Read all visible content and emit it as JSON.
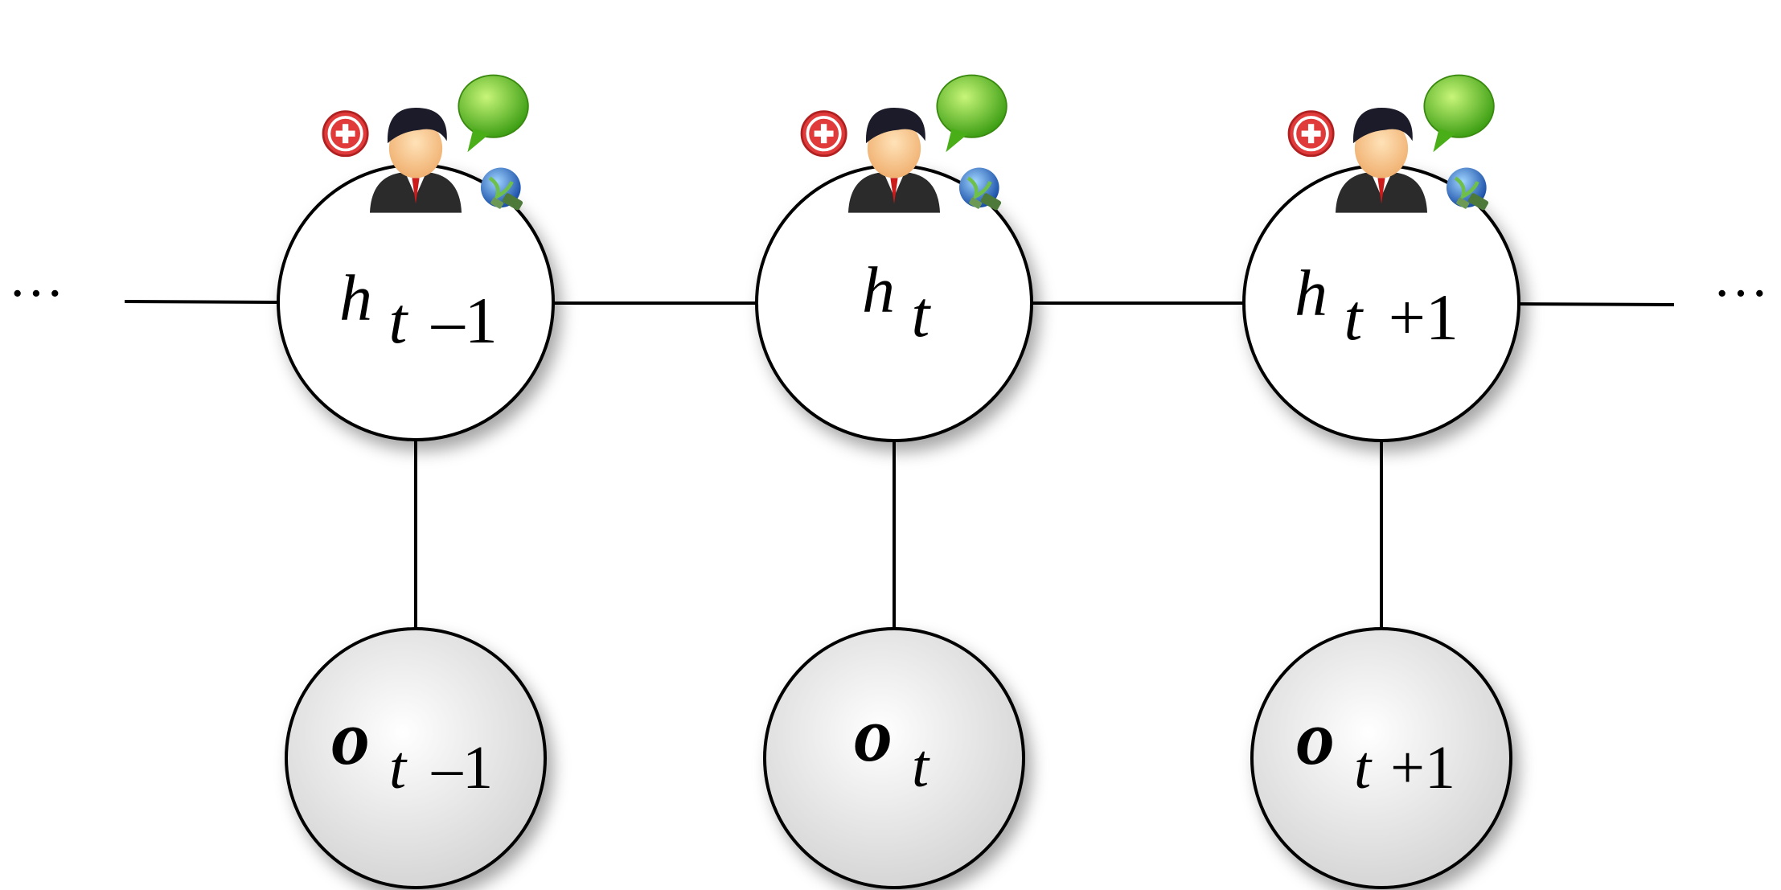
{
  "ellipsis": "···",
  "hidden_nodes": [
    {
      "base": "h",
      "sub": "t",
      "suffix": "–1"
    },
    {
      "base": "h",
      "sub": "t",
      "suffix": ""
    },
    {
      "base": "h",
      "sub": "t",
      "suffix": "+1"
    }
  ],
  "observed_nodes": [
    {
      "base": "o",
      "sub": "t",
      "suffix": "–1"
    },
    {
      "base": "o",
      "sub": "t",
      "suffix": ""
    },
    {
      "base": "o",
      "sub": "t",
      "suffix": "+1"
    }
  ],
  "icons": [
    "add-icon",
    "speech-bubble-icon",
    "person-icon",
    "globe-network-icon"
  ],
  "colors": {
    "line": "#000000",
    "hidden_fill": "#ffffff",
    "observed_fill": "#e6e6e6",
    "add_red": "#e03a3a",
    "bubble_green": "#5cc21f",
    "globe_blue": "#2a6fd6"
  }
}
